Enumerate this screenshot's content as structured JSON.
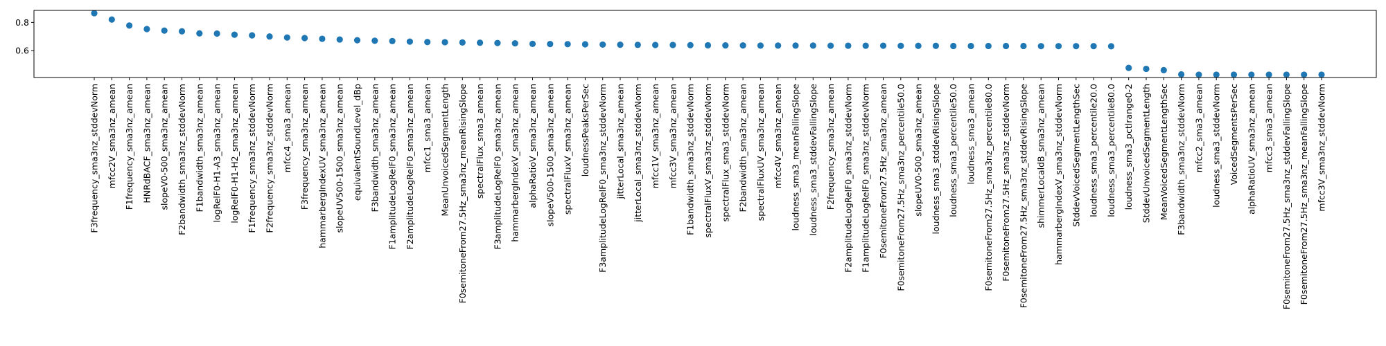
{
  "chart_data": {
    "type": "scatter",
    "title": "",
    "xlabel": "",
    "ylabel": "",
    "ylim": [
      0.41,
      0.885
    ],
    "yticks": [
      0.6,
      0.8
    ],
    "ytick_labels": [
      "0.6",
      "0.8"
    ],
    "grid": false,
    "legend": false,
    "marker_color": "#1f77b4",
    "categories": [
      "F3frequency_sma3nz_stddevNorm",
      "mfcc2V_sma3nz_amean",
      "F1frequency_sma3nz_amean",
      "HNRdBACF_sma3nz_amean",
      "slopeV0-500_sma3nz_amean",
      "F2bandwidth_sma3nz_stddevNorm",
      "F1bandwidth_sma3nz_amean",
      "logRelF0-H1-A3_sma3nz_amean",
      "logRelF0-H1-H2_sma3nz_amean",
      "F1frequency_sma3nz_stddevNorm",
      "F2frequency_sma3nz_stddevNorm",
      "mfcc4_sma3_amean",
      "F3frequency_sma3nz_amean",
      "hammarbergIndexUV_sma3nz_amean",
      "slopeUV500-1500_sma3nz_amean",
      "equivalentSoundLevel_dBp",
      "F3bandwidth_sma3nz_amean",
      "F1amplitudeLogRelF0_sma3nz_amean",
      "F2amplitudeLogRelF0_sma3nz_amean",
      "mfcc1_sma3_amean",
      "MeanUnvoicedSegmentLength",
      "F0semitoneFrom27.5Hz_sma3nz_meanRisingSlope",
      "spectralFlux_sma3_amean",
      "F3amplitudeLogRelF0_sma3nz_amean",
      "hammarbergIndexV_sma3nz_amean",
      "alphaRatioV_sma3nz_amean",
      "slopeV500-1500_sma3nz_amean",
      "spectralFluxV_sma3nz_amean",
      "loudnessPeaksPerSec",
      "F3amplitudeLogRelF0_sma3nz_stddevNorm",
      "jitterLocal_sma3nz_amean",
      "jitterLocal_sma3nz_stddevNorm",
      "mfcc1V_sma3nz_amean",
      "mfcc3V_sma3nz_amean",
      "F1bandwidth_sma3nz_stddevNorm",
      "spectralFluxV_sma3nz_stddevNorm",
      "spectralFlux_sma3_stddevNorm",
      "F2bandwidth_sma3nz_amean",
      "spectralFluxUV_sma3nz_amean",
      "mfcc4V_sma3nz_amean",
      "loudness_sma3_meanFallingSlope",
      "loudness_sma3_stddevFallingSlope",
      "F2frequency_sma3nz_amean",
      "F2amplitudeLogRelF0_sma3nz_stddevNorm",
      "F1amplitudeLogRelF0_sma3nz_stddevNorm",
      "F0semitoneFrom27.5Hz_sma3nz_amean",
      "F0semitoneFrom27.5Hz_sma3nz_percentile50.0",
      "slopeUV0-500_sma3nz_amean",
      "loudness_sma3_stddevRisingSlope",
      "loudness_sma3_percentile50.0",
      "loudness_sma3_amean",
      "F0semitoneFrom27.5Hz_sma3nz_percentile80.0",
      "F0semitoneFrom27.5Hz_sma3nz_stddevNorm",
      "F0semitoneFrom27.5Hz_sma3nz_stddevRisingSlope",
      "shimmerLocaldB_sma3nz_amean",
      "hammarbergIndexV_sma3nz_stddevNorm",
      "StddevVoicedSegmentLengthSec",
      "loudness_sma3_percentile20.0",
      "loudness_sma3_percentile80.0",
      "loudness_sma3_pctlrange0-2",
      "StddevUnvoicedSegmentLength",
      "MeanVoicedSegmentLengthSec",
      "F3bandwidth_sma3nz_stddevNorm",
      "mfcc2_sma3_amean",
      "loudness_sma3_stddevNorm",
      "VoicedSegmentsPerSec",
      "alphaRatioUV_sma3nz_amean",
      "mfcc3_sma3_amean",
      "F0semitoneFrom27.5Hz_sma3nz_stddevFallingSlope",
      "F0semitoneFrom27.5Hz_sma3nz_meanFallingSlope",
      "mfcc3V_sma3nz_stddevNorm"
    ],
    "values": [
      0.865,
      0.82,
      0.778,
      0.753,
      0.742,
      0.737,
      0.722,
      0.721,
      0.713,
      0.708,
      0.7,
      0.693,
      0.689,
      0.684,
      0.679,
      0.674,
      0.67,
      0.668,
      0.664,
      0.661,
      0.66,
      0.658,
      0.656,
      0.654,
      0.652,
      0.648,
      0.647,
      0.646,
      0.645,
      0.643,
      0.642,
      0.641,
      0.64,
      0.64,
      0.639,
      0.638,
      0.637,
      0.637,
      0.636,
      0.636,
      0.636,
      0.636,
      0.635,
      0.635,
      0.635,
      0.635,
      0.634,
      0.634,
      0.634,
      0.633,
      0.633,
      0.633,
      0.633,
      0.633,
      0.632,
      0.632,
      0.632,
      0.632,
      0.631,
      0.478,
      0.471,
      0.462,
      0.432,
      0.43,
      0.43,
      0.43,
      0.43,
      0.43,
      0.43,
      0.43,
      0.43
    ]
  }
}
